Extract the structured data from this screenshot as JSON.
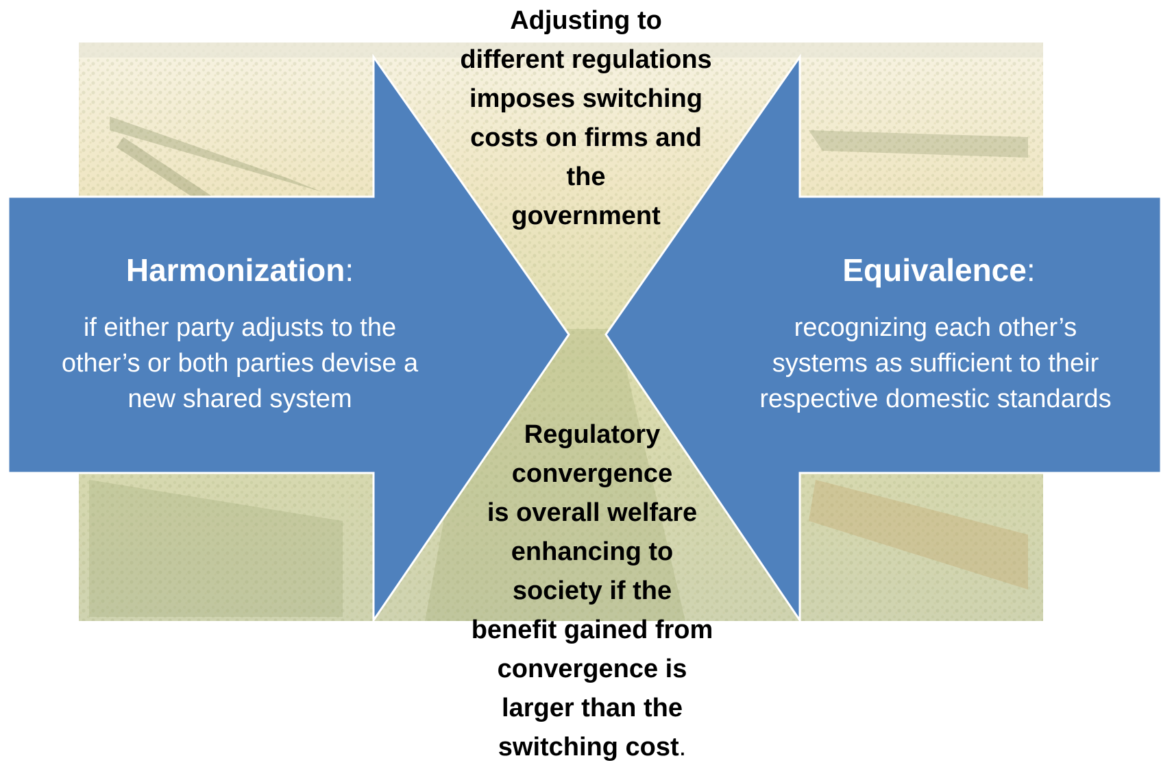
{
  "colors": {
    "arrow_fill": "#4f81bd",
    "arrow_stroke": "#ffffff",
    "field_light": "#efe7c6",
    "field_green": "#c8cf9c",
    "field_dark": "#8f9f68"
  },
  "top_text": [
    "Adjusting to",
    "different regulations",
    "imposes switching",
    "costs on firms and",
    "the",
    "government"
  ],
  "bottom_text": [
    "Regulatory",
    "convergence",
    "is overall welfare",
    "enhancing to",
    "society if the",
    "benefit gained from",
    "convergence is",
    "larger than the"
  ],
  "bottom_last": {
    "bold": "switching cost",
    "plain": "."
  },
  "left": {
    "title": "Harmonization",
    "title_colon": ":",
    "body": [
      "if either party adjusts to the",
      "other’s or both parties devise a",
      "new shared system"
    ]
  },
  "right": {
    "title": "Equivalence",
    "title_colon": ":",
    "body": [
      "recognizing each other’s",
      "systems as sufficient to their",
      "respective domestic standards"
    ]
  }
}
